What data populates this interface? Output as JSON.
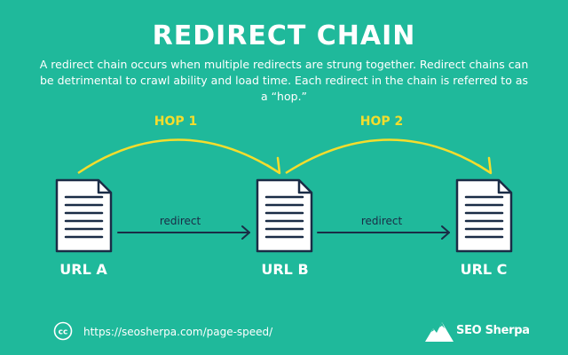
{
  "title": "REDIRECT CHAIN",
  "description": "A redirect chain occurs when multiple redirects are strung together. Redirect chains can be detrimental to crawl ability and load time. Each redirect in the chain is referred to as a “hop.”",
  "hops": [
    "HOP 1",
    "HOP 2"
  ],
  "redirect_label": "redirect",
  "urls": [
    "URL A",
    "URL B",
    "URL C"
  ],
  "footer": {
    "license_icon": "creative-commons-icon",
    "url": "https://seosherpa.com/page-speed/"
  },
  "logo": {
    "text": "SEO Sherpa",
    "icon": "mountain-icon"
  },
  "colors": {
    "background": "#1fb99b",
    "hop_arc": "#f5dd2c",
    "arrow": "#1a2c46",
    "document": "#ffffff",
    "document_lines": "#1a2c46"
  }
}
